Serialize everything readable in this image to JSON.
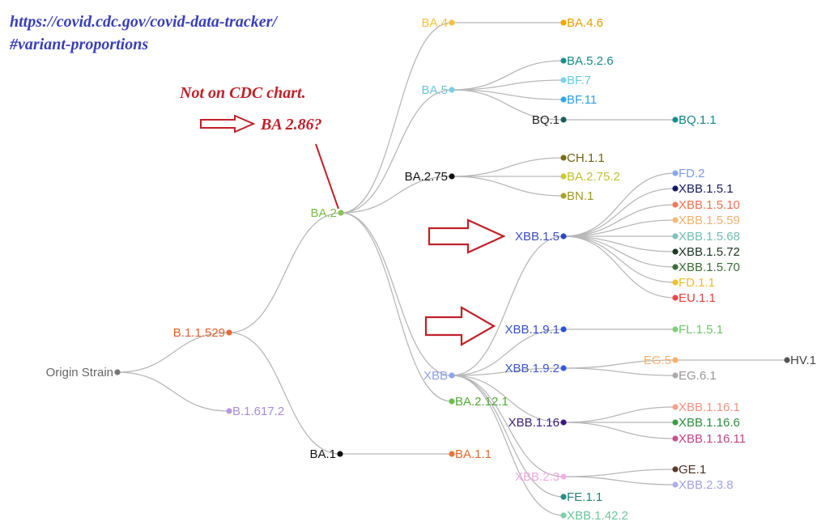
{
  "header": {
    "url_line1": "https://covid.cdc.gov/covid-data-tracker/",
    "url_line2": "#variant-proportions"
  },
  "annotations": {
    "not_on_chart": "Not on CDC chart.",
    "ba286": "BA 2.86?"
  },
  "colors": {
    "edge": "#b8b8b8",
    "annotation": "#c0202a",
    "url": "#3a3fb8"
  },
  "tree": {
    "nodes": [
      {
        "id": "origin",
        "label": "Origin Strain",
        "color": "#777777",
        "label_color": "#666666",
        "side": "left"
      },
      {
        "id": "b11529",
        "label": "B.1.1.529",
        "color": "#e8683a",
        "label_color": "#e0602e",
        "side": "left"
      },
      {
        "id": "b16172",
        "label": "B.1.617.2",
        "color": "#b99ae0",
        "label_color": "#a98ad8",
        "side": "right"
      },
      {
        "id": "ba2",
        "label": "BA.2",
        "color": "#88c44f",
        "label_color": "#7cbc48",
        "side": "left"
      },
      {
        "id": "ba1",
        "label": "BA.1",
        "color": "#111111",
        "label_color": "#111111",
        "side": "left"
      },
      {
        "id": "ba11",
        "label": "BA.1.1",
        "color": "#e8743c",
        "label_color": "#e06a30",
        "side": "right"
      },
      {
        "id": "ba4",
        "label": "BA.4",
        "color": "#f2c23a",
        "label_color": "#f2c23a",
        "side": "left"
      },
      {
        "id": "ba46",
        "label": "BA.4.6",
        "color": "#f0a500",
        "label_color": "#e69c00",
        "side": "right"
      },
      {
        "id": "ba5",
        "label": "BA.5",
        "color": "#7ecde0",
        "label_color": "#6cc4dc",
        "side": "left"
      },
      {
        "id": "ba526",
        "label": "BA.5.2.6",
        "color": "#1f8f8a",
        "label_color": "#1a8a85",
        "side": "right"
      },
      {
        "id": "bf7",
        "label": "BF.7",
        "color": "#7ed0ec",
        "label_color": "#6cc8e8",
        "side": "right"
      },
      {
        "id": "bf11",
        "label": "BF.11",
        "color": "#2fa8e8",
        "label_color": "#2aa0e0",
        "side": "right"
      },
      {
        "id": "bq1",
        "label": "BQ.1",
        "color": "#1d5c5a",
        "label_color": "#222222",
        "side": "left"
      },
      {
        "id": "bq11",
        "label": "BQ.1.1",
        "color": "#1a8b8b",
        "label_color": "#168585",
        "side": "right"
      },
      {
        "id": "ba275",
        "label": "BA.2.75",
        "color": "#111111",
        "label_color": "#111111",
        "side": "left"
      },
      {
        "id": "ch11",
        "label": "CH.1.1",
        "color": "#7a6c1c",
        "label_color": "#6f6318",
        "side": "right"
      },
      {
        "id": "ba2752",
        "label": "BA.2.75.2",
        "color": "#c8c83c",
        "label_color": "#c0c030",
        "side": "right"
      },
      {
        "id": "bn1",
        "label": "BN.1",
        "color": "#a7a32c",
        "label_color": "#9c9826",
        "side": "right"
      },
      {
        "id": "xbb",
        "label": "XBB",
        "color": "#8ea6e6",
        "label_color": "#8fa3e0",
        "side": "left"
      },
      {
        "id": "ba2121",
        "label": "BA.2.12.1",
        "color": "#6cbd4a",
        "label_color": "#54a83a",
        "side": "right"
      },
      {
        "id": "xbb15",
        "label": "XBB.1.5",
        "color": "#3048b8",
        "label_color": "#3a4ec0",
        "side": "left"
      },
      {
        "id": "fd2",
        "label": "FD.2",
        "color": "#8ea6ee",
        "label_color": "#7f98ea",
        "side": "right"
      },
      {
        "id": "xbb151",
        "label": "XBB.1.5.1",
        "color": "#151a5e",
        "label_color": "#141a5c",
        "side": "right"
      },
      {
        "id": "xbb1510",
        "label": "XBB.1.5.10",
        "color": "#f07a5e",
        "label_color": "#ee7050",
        "side": "right"
      },
      {
        "id": "xbb1559",
        "label": "XBB.1.5.59",
        "color": "#f5b87a",
        "label_color": "#f2b070",
        "side": "right"
      },
      {
        "id": "xbb1568",
        "label": "XBB.1.5.68",
        "color": "#7fc3b8",
        "label_color": "#72bcb0",
        "side": "right"
      },
      {
        "id": "xbb1572",
        "label": "XBB.1.5.72",
        "color": "#1e3a26",
        "label_color": "#1c3322",
        "side": "right"
      },
      {
        "id": "xbb1570",
        "label": "XBB.1.5.70",
        "color": "#3e6e3a",
        "label_color": "#3a6a36",
        "side": "right"
      },
      {
        "id": "fd11",
        "label": "FD.1.1",
        "color": "#f0c030",
        "label_color": "#ecbc28",
        "side": "right"
      },
      {
        "id": "eu11",
        "label": "EU.1.1",
        "color": "#e84a4a",
        "label_color": "#e24040",
        "side": "right"
      },
      {
        "id": "xbb191",
        "label": "XBB.1.9.1",
        "color": "#2f4fd8",
        "label_color": "#3550c8",
        "side": "left"
      },
      {
        "id": "fl151",
        "label": "FL.1.5.1",
        "color": "#7ed07a",
        "label_color": "#6cc468",
        "side": "right"
      },
      {
        "id": "xbb192",
        "label": "XBB.1.9.2",
        "color": "#3a5ad8",
        "label_color": "#3a56cc",
        "side": "left"
      },
      {
        "id": "eg5",
        "label": "EG.5",
        "color": "#f5b070",
        "label_color": "#f5b070",
        "side": "left"
      },
      {
        "id": "hv1",
        "label": "HV.1",
        "color": "#555555",
        "label_color": "#444444",
        "side": "right"
      },
      {
        "id": "eg61",
        "label": "EG.6.1",
        "color": "#b0a8a8",
        "label_color": "#9a9494",
        "side": "right"
      },
      {
        "id": "xbb116",
        "label": "XBB.1.16",
        "color": "#3a1a7a",
        "label_color": "#3a1c78",
        "side": "left"
      },
      {
        "id": "xbb1161",
        "label": "XBB.1.16.1",
        "color": "#f4a090",
        "label_color": "#f09282",
        "side": "right"
      },
      {
        "id": "xbb1166",
        "label": "XBB.1.16.6",
        "color": "#3e9a4a",
        "label_color": "#2e8c3c",
        "side": "right"
      },
      {
        "id": "xbb11611",
        "label": "XBB.1.16.11",
        "color": "#c8508e",
        "label_color": "#c04488",
        "side": "right"
      },
      {
        "id": "xbb23",
        "label": "XBB.2.3",
        "color": "#f2b0e4",
        "label_color": "#f0a8e0",
        "side": "left"
      },
      {
        "id": "ge1",
        "label": "GE.1",
        "color": "#5a3a2a",
        "label_color": "#4a3224",
        "side": "right"
      },
      {
        "id": "xbb238",
        "label": "XBB.2.3.8",
        "color": "#b0b0e8",
        "label_color": "#a2a2e0",
        "side": "right"
      },
      {
        "id": "fe11",
        "label": "FE.1.1",
        "color": "#2a8a84",
        "label_color": "#22807a",
        "side": "right"
      },
      {
        "id": "xbb1422",
        "label": "XBB.1.42.2",
        "color": "#7ed0a8",
        "label_color": "#6cc49a",
        "side": "right"
      }
    ],
    "edges": [
      [
        "origin",
        "b11529"
      ],
      [
        "origin",
        "b16172"
      ],
      [
        "b11529",
        "ba2"
      ],
      [
        "b11529",
        "ba1"
      ],
      [
        "ba1",
        "ba11"
      ],
      [
        "ba2",
        "ba4"
      ],
      [
        "ba4",
        "ba46"
      ],
      [
        "ba2",
        "ba5"
      ],
      [
        "ba5",
        "ba526"
      ],
      [
        "ba5",
        "bf7"
      ],
      [
        "ba5",
        "bf11"
      ],
      [
        "ba5",
        "bq1"
      ],
      [
        "bq1",
        "bq11"
      ],
      [
        "ba2",
        "ba275"
      ],
      [
        "ba275",
        "ch11"
      ],
      [
        "ba275",
        "ba2752"
      ],
      [
        "ba275",
        "bn1"
      ],
      [
        "ba2",
        "xbb"
      ],
      [
        "ba2",
        "ba2121"
      ],
      [
        "xbb",
        "xbb15"
      ],
      [
        "xbb15",
        "fd2"
      ],
      [
        "xbb15",
        "xbb151"
      ],
      [
        "xbb15",
        "xbb1510"
      ],
      [
        "xbb15",
        "xbb1559"
      ],
      [
        "xbb15",
        "xbb1568"
      ],
      [
        "xbb15",
        "xbb1572"
      ],
      [
        "xbb15",
        "xbb1570"
      ],
      [
        "xbb15",
        "fd11"
      ],
      [
        "xbb15",
        "eu11"
      ],
      [
        "xbb",
        "xbb191"
      ],
      [
        "xbb191",
        "fl151"
      ],
      [
        "xbb",
        "xbb192"
      ],
      [
        "xbb192",
        "eg5"
      ],
      [
        "eg5",
        "hv1"
      ],
      [
        "xbb192",
        "eg61"
      ],
      [
        "xbb",
        "xbb116"
      ],
      [
        "xbb116",
        "xbb1161"
      ],
      [
        "xbb116",
        "xbb1166"
      ],
      [
        "xbb116",
        "xbb11611"
      ],
      [
        "xbb",
        "xbb23"
      ],
      [
        "xbb23",
        "ge1"
      ],
      [
        "xbb23",
        "xbb238"
      ],
      [
        "xbb",
        "fe11"
      ],
      [
        "xbb",
        "xbb1422"
      ]
    ]
  }
}
